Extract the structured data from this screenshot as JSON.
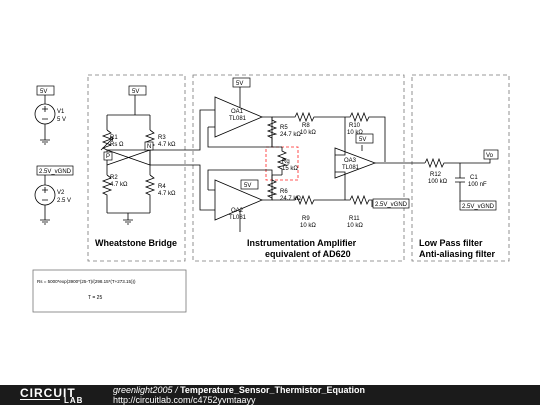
{
  "blocks": {
    "wheatstone": "Wheatstone Bridge",
    "inamp_line1": "Instrumentation Amplifier",
    "inamp_line2": "equivalent of AD620",
    "lpf_line1": "Low Pass filter",
    "lpf_line2": "Anti-aliasing filter"
  },
  "sources": {
    "v1": {
      "supply": "5V",
      "name": "V1",
      "value": "5 V"
    },
    "v2": {
      "supply": "2.5V_vGND",
      "name": "V2",
      "value": "2.5 V"
    }
  },
  "bridge": {
    "supply": "5V",
    "r1": {
      "name": "R1",
      "value": "Rs Ω"
    },
    "r2": {
      "name": "R2",
      "value": "4.7 kΩ"
    },
    "r3": {
      "name": "R3",
      "value": "4.7 kΩ"
    },
    "r4": {
      "name": "R4",
      "value": "4.7 kΩ"
    },
    "node_p": "P",
    "node_n": "N"
  },
  "inamp": {
    "oa1": {
      "name": "OA1",
      "part": "TL081",
      "supply": "5V"
    },
    "oa2": {
      "name": "OA2",
      "part": "TL081",
      "supply": "5V"
    },
    "oa3": {
      "name": "OA3",
      "part": "TL081",
      "supply": "5V"
    },
    "r5": {
      "name": "R5",
      "value": "24.7 kΩ"
    },
    "r6": {
      "name": "R6",
      "value": "24.7 kΩ"
    },
    "rg": {
      "name": "Rg",
      "value": "15 kΩ"
    },
    "r8": {
      "name": "R8",
      "value": "10 kΩ"
    },
    "r9": {
      "name": "R9",
      "value": "10 kΩ"
    },
    "r10": {
      "name": "R10",
      "value": "10 kΩ"
    },
    "r11": {
      "name": "R11",
      "value": "10 kΩ"
    },
    "ref": "2.5V_vGND"
  },
  "lpf": {
    "r12": {
      "name": "R12",
      "value": "100 kΩ"
    },
    "c1": {
      "name": "C1",
      "value": "100 nF"
    },
    "out": "Vo",
    "gnd": "2.5V_vGND"
  },
  "equation": {
    "line1": "Rs = 5000*exp(3900*(25-T)/(298.15*(T+273.15)))",
    "line2": "T = 25"
  },
  "footer": {
    "logo_top": "CIRCUIT",
    "logo_bottom": "LAB",
    "author": "greenlight2005",
    "separator": " / ",
    "title": "Temperature_Sensor_Thermistor_Equation",
    "url": "http://circuitlab.com/c4752yvmtaayy"
  },
  "colors": {
    "wire": "#000000",
    "block_border": "#777777",
    "highlight_border": "#ff2222",
    "footer_bg": "#1b1b1b"
  }
}
